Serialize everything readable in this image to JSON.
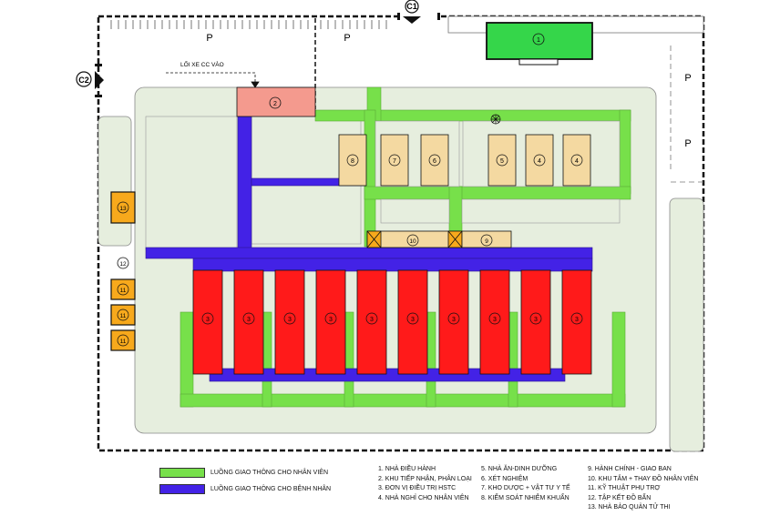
{
  "colors": {
    "staff_route": "#77e04a",
    "patient_route": "#4322e6",
    "ground": "#e6eede",
    "admin_building": "#35d64a",
    "reception": "#f49a8e",
    "lab_service": "#f4d9a1",
    "treatment": "#ff1a1a",
    "technical": "#f7a91c"
  },
  "gates": {
    "c1": "C1",
    "c2": "C2"
  },
  "parking": {
    "p1": "P",
    "p2": "P",
    "p3": "P",
    "p4": "P"
  },
  "entrance_label": "LỐI XE CC VÀO",
  "buildings": {
    "b1": "1",
    "b2": "2",
    "treatment": [
      "3",
      "3",
      "3",
      "3",
      "3",
      "3",
      "3",
      "3",
      "3",
      "3"
    ],
    "b4a": "4",
    "b4b": "4",
    "b5": "5",
    "b6": "6",
    "b7": "7",
    "b8": "8",
    "b9": "9",
    "b10": "10",
    "b11": [
      "11",
      "11",
      "11"
    ],
    "b12": "12",
    "b13": "13"
  },
  "legend": {
    "staff_route": "LUỒNG GIAO THÔNG CHO NHÂN VIÊN",
    "patient_route": "LUỒNG GIAO THÔNG CHO BỆNH NHÂN",
    "col1": [
      "1. NHÀ ĐIỀU HÀNH",
      "2. KHU TIẾP NHẬN, PHÂN LOẠI",
      "3. ĐƠN VỊ ĐIỀU TRỊ HSTC",
      "4. NHÀ NGHỈ CHO NHÂN VIÊN"
    ],
    "col2": [
      "5. NHÀ ĂN-DINH DƯỠNG",
      "6. XÉT NGHIỆM",
      "7. KHO DƯỢC + VẬT TƯ Y TẾ",
      "8. KIỂM SOÁT NHIỄM KHUẨN"
    ],
    "col3": [
      "9. HÀNH CHÍNH - GIAO BAN",
      "10. KHU TẮM + THAY ĐỒ NHÂN VIÊN",
      "11. KỸ THUẬT PHỤ TRỢ",
      "12. TẬP KẾT ĐỒ BẨN",
      "13. NHÀ BẢO QUẢN TỬ THI"
    ]
  }
}
